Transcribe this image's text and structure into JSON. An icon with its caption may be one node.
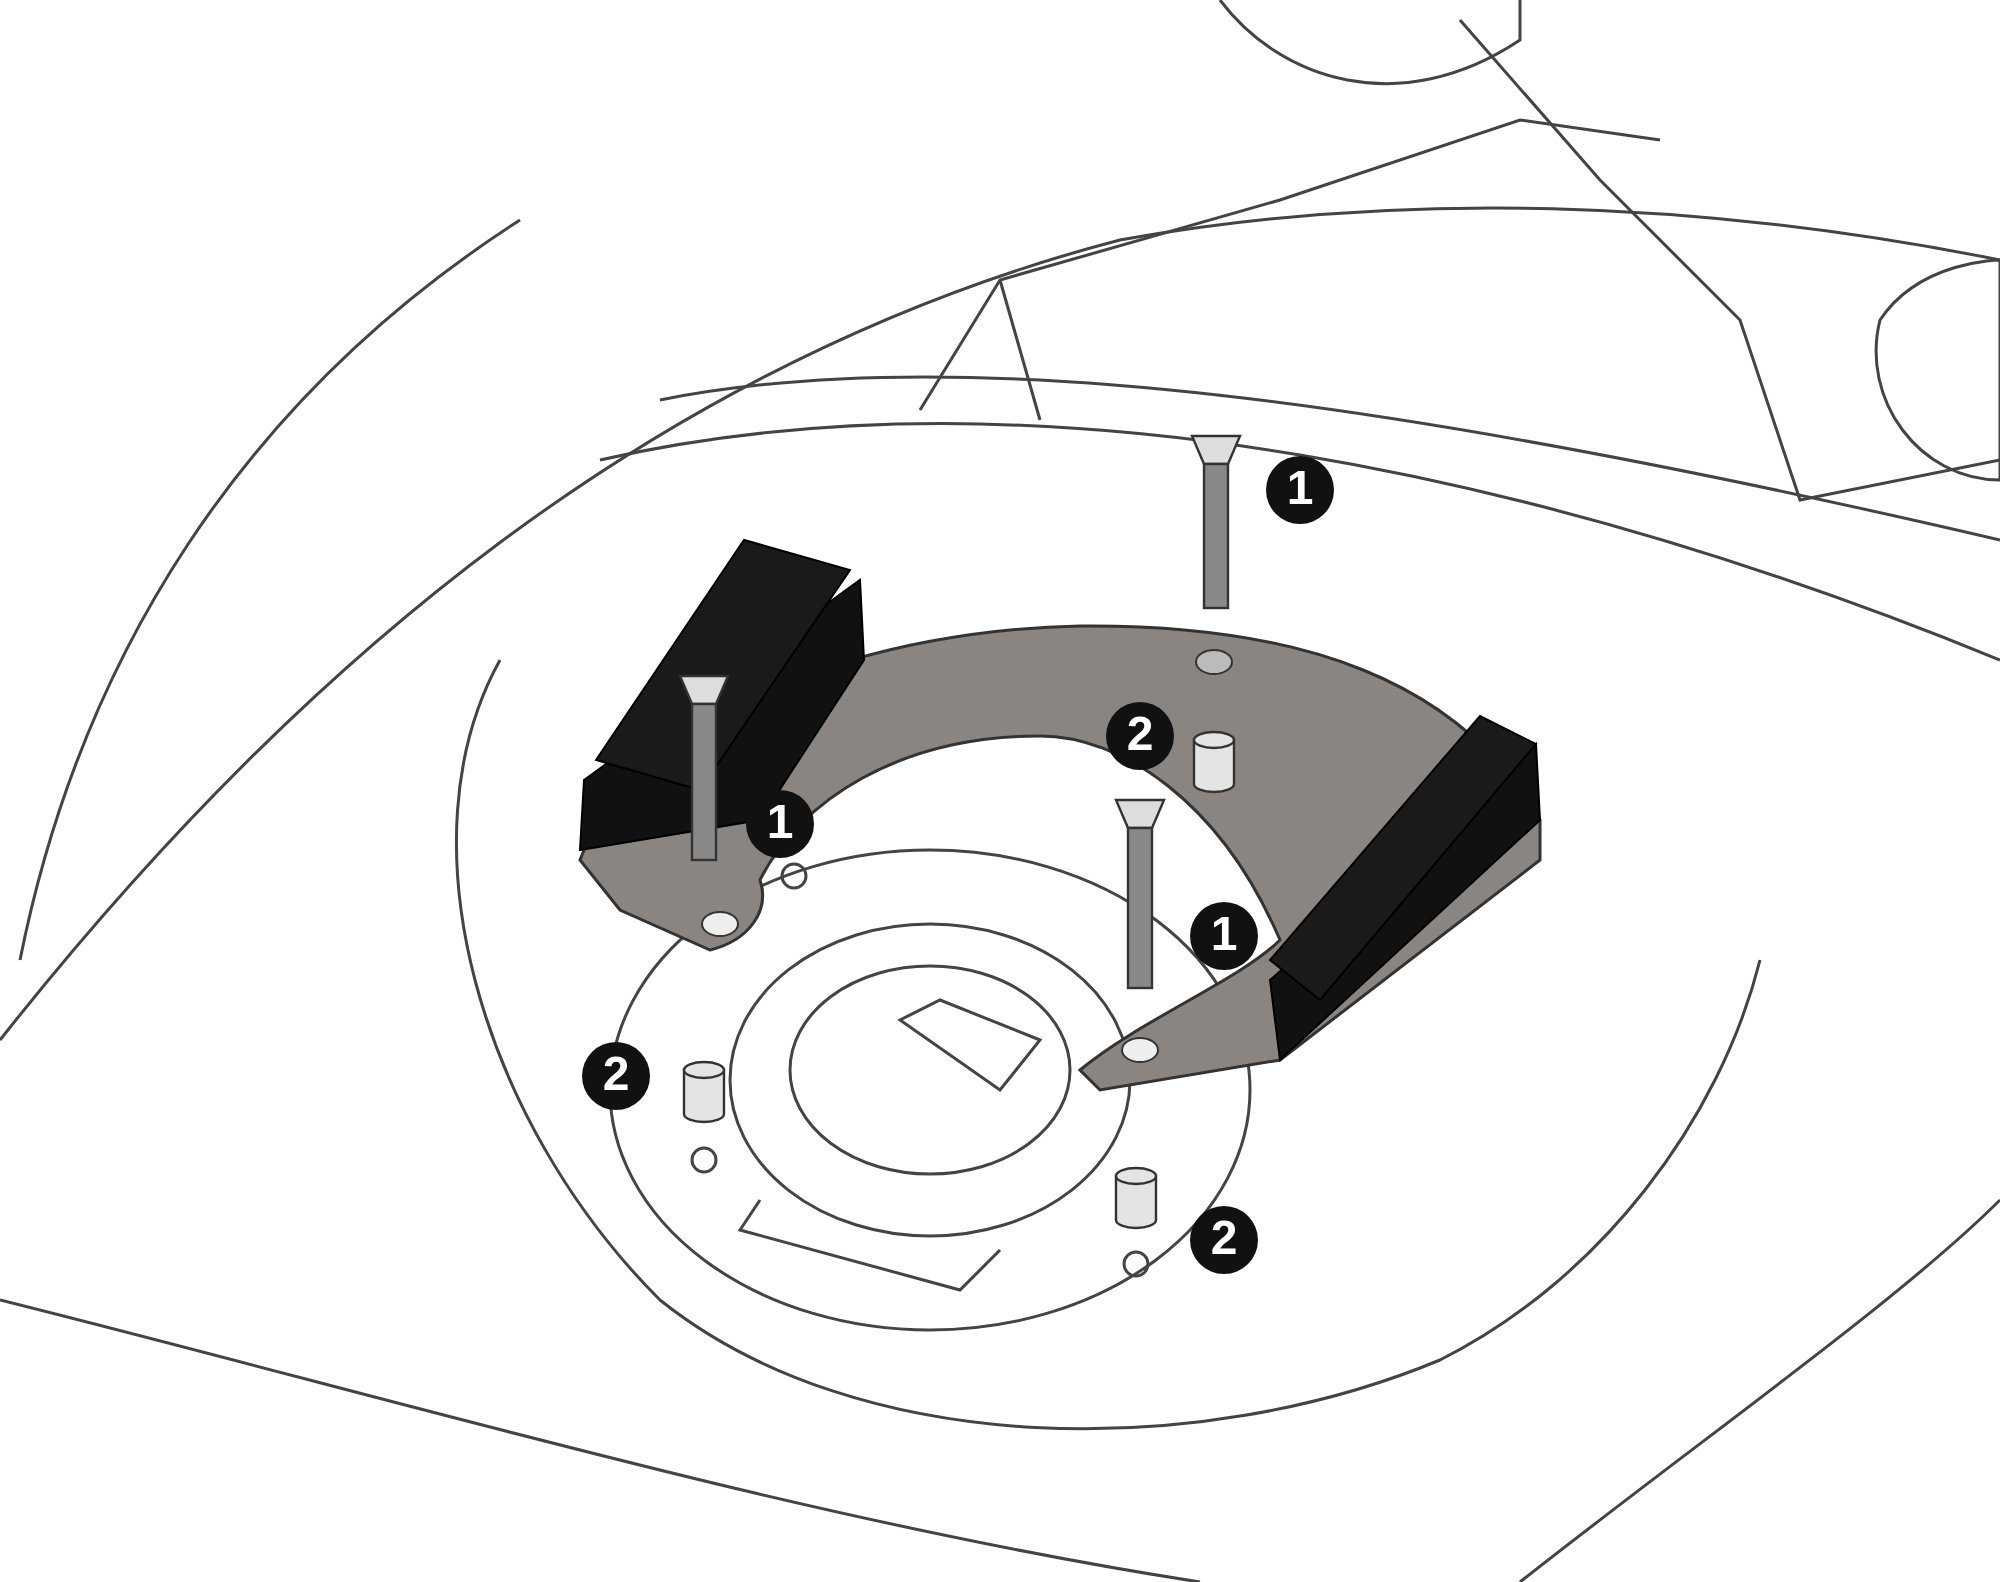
{
  "diagram": {
    "labels": [
      "1",
      "2",
      "1",
      "1",
      "2",
      "2"
    ]
  }
}
